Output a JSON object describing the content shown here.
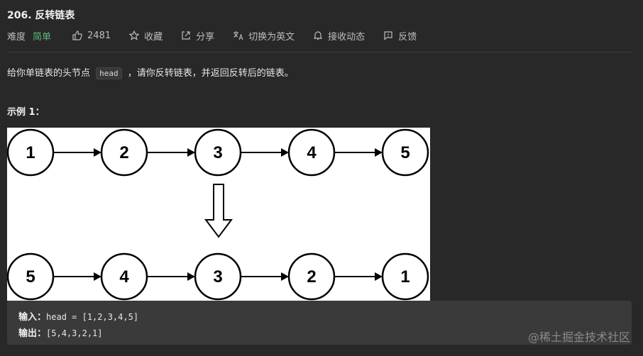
{
  "problem": {
    "title": "206. 反转链表"
  },
  "meta": {
    "difficulty_label": "难度",
    "difficulty_value": "简单",
    "likes": "2481",
    "favorite": "收藏",
    "share": "分享",
    "switch_lang": "切换为英文",
    "notify": "接收动态",
    "feedback": "反馈"
  },
  "colors": {
    "easy": "#5fb878",
    "background": "#282828"
  },
  "description": {
    "before": "给你单链表的头节点",
    "code": "head",
    "after": "，请你反转链表，并返回反转后的链表。"
  },
  "example": {
    "title": "示例 1：",
    "diagram_top": [
      "1",
      "2",
      "3",
      "4",
      "5"
    ],
    "diagram_bottom": [
      "5",
      "4",
      "3",
      "2",
      "1"
    ],
    "input_label": "输入：",
    "input_value": "head = [1,2,3,4,5]",
    "output_label": "输出：",
    "output_value": "[5,4,3,2,1]"
  },
  "watermark": "@稀土掘金技术社区"
}
